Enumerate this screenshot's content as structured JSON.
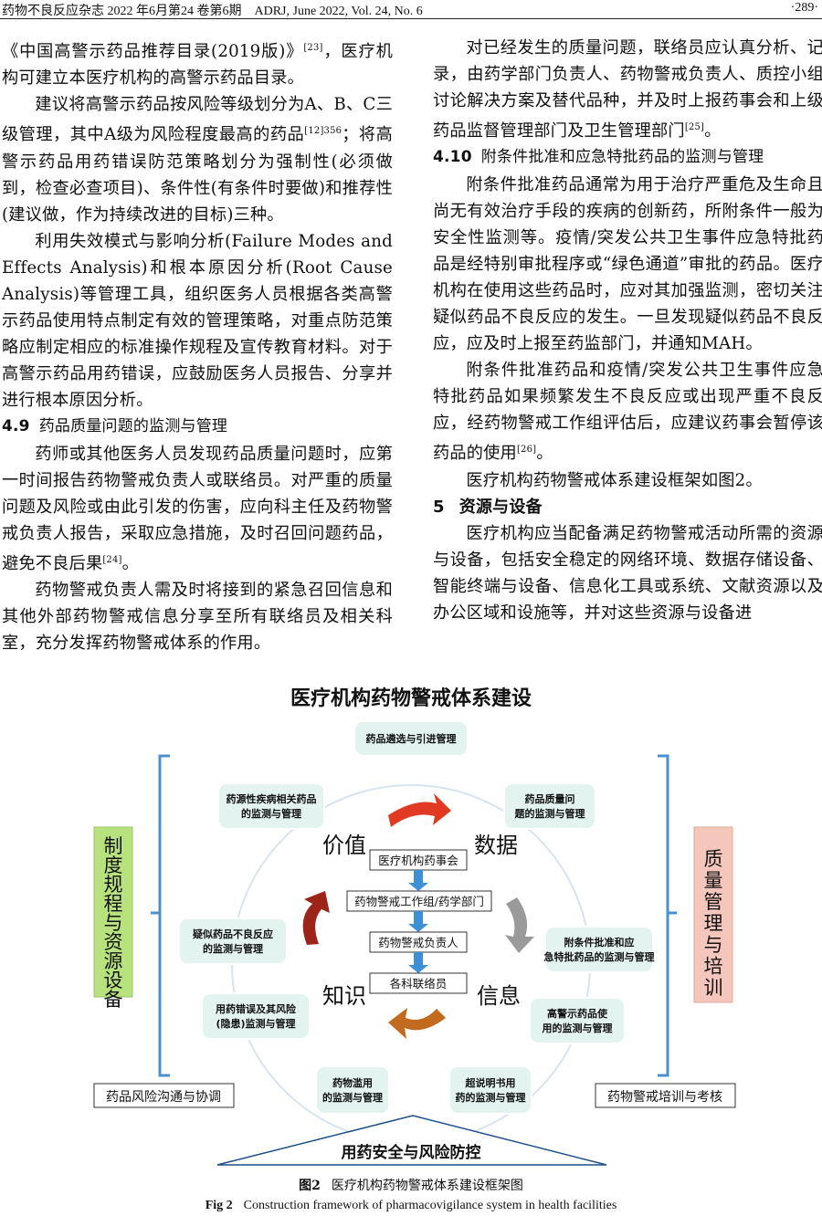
{
  "header": {
    "left": "药物不良反应杂志 2022 年6月第24 卷第6期　ADRJ, June 2022, Vol. 24, No. 6",
    "right": "·289·"
  },
  "left_column": {
    "p1": "《中国高警示药品推荐目录(2019版)》",
    "p1_ref": "[23]",
    "p1_tail": "，医疗机构可建立本医疗机构的高警示药品目录。",
    "p2": "建议将高警示药品按风险等级划分为A、B、C三级管理，其中A级为风险程度最高的药品",
    "p2_ref": "[12]356",
    "p2_tail": "；将高警示药品用药错误防范策略划分为强制性(必须做到，检查必查项目)、条件性(有条件时要做)和推荐性(建议做，作为持续改进的目标)三种。",
    "p3": "利用失效模式与影响分析(Failure Modes and Effects Analysis)和根本原因分析(Root Cause Analysis)等管理工具，组织医务人员根据各类高警示药品使用特点制定有效的管理策略，对重点防范策略应制定相应的标准操作规程及宣传教育材料。对于高警示药品用药错误，应鼓励医务人员报告、分享并进行根本原因分析。",
    "h49_num": "4.9",
    "h49_text": "药品质量问题的监测与管理",
    "p4": "药师或其他医务人员发现药品质量问题时，应第一时间报告药物警戒负责人或联络员。对严重的质量问题及风险或由此引发的伤害，应向科主任及药物警戒负责人报告，采取应急措施，及时召回问题药品，避免不良后果",
    "p4_ref": "[24]",
    "p4_tail": "。",
    "p5": "药物警戒负责人需及时将接到的紧急召回信息和其他外部药物警戒信息分享至所有联络员及相关科室，充分发挥药物警戒体系的作用。"
  },
  "right_column": {
    "p1": "对已经发生的质量问题，联络员应认真分析、记录，由药学部门负责人、药物警戒负责人、质控小组讨论解决方案及替代品种，并及时上报药事会和上级药品监督管理部门及卫生管理部门",
    "p1_ref": "[25]",
    "p1_tail": "。",
    "h410_num": "4.10",
    "h410_text": "附条件批准和应急特批药品的监测与管理",
    "p2": "附条件批准药品通常为用于治疗严重危及生命且尚无有效治疗手段的疾病的创新药，所附条件一般为安全性监测等。疫情/突发公共卫生事件应急特批药品是经特别审批程序或“绿色通道”审批的药品。医疗机构在使用这些药品时，应对其加强监测，密切关注疑似药品不良反应的发生。一旦发现疑似药品不良反应，应及时上报至药监部门，并通知MAH。",
    "p3": "附条件批准药品和疫情/突发公共卫生事件应急特批药品如果频繁发生不良反应或出现严重不良反应，经药物警戒工作组评估后，应建议药事会暂停该药品的使用",
    "p3_ref": "[26]",
    "p3_tail": "。",
    "p4": "医疗机构药物警戒体系建设框架如图2。",
    "h5_num": "5",
    "h5_text": "资源与设备",
    "p5": "医疗机构应当配备满足药物警戒活动所需的资源与设备，包括安全稳定的网络环境、数据存储设备、智能终端与设备、信息化工具或系统、文献资源以及办公区域和设施等，并对这些资源与设备进"
  },
  "figure": {
    "title": "医疗机构药物警戒体系建设",
    "circle_items": [
      "药品遴选与引进管理",
      "药品质量问题的监测与管理",
      "附条件批准和应急特批药品的监测与管理",
      "高警示药品使用的监测与管理",
      "超说明书用药的监测与管理",
      "药物滥用的监测与管理",
      "用药错误及其风险(隐患)监测与管理",
      "疑似药品不良反应的监测与管理",
      "药源性疾病相关药品的监测与管理"
    ],
    "chain": [
      "医疗机构药事会",
      "药物警戒工作组/药学部门",
      "药物警戒负责人",
      "各科联络员"
    ],
    "quadrants": [
      "价值",
      "数据",
      "信息",
      "知识"
    ],
    "left_pillar": "制度规程与资源设备",
    "right_pillar": "质量管理与培训",
    "bottom_left_box": "药品风险沟通与协调",
    "bottom_right_box": "药物警戒培训与考核",
    "base": "用药安全与风险防控",
    "colors": {
      "box_fill": "#e2f3f0",
      "left_pillar_fill": "#b7e27e",
      "right_pillar_fill": "#f5c6bb",
      "bracket": "#4a90cf",
      "chain_arrow": "#3d8fd6",
      "arrow_red": "#e03a22",
      "arrow_gray": "#9a9a9a",
      "arrow_brown": "#c26a1e",
      "arrow_darkred": "#9c2418"
    }
  },
  "caption": {
    "cn_label": "图2",
    "cn_text": "医疗机构药物警戒体系建设框架图",
    "en_label": "Fig 2",
    "en_text": "Construction framework of pharmacovigilance system in health facilities"
  }
}
